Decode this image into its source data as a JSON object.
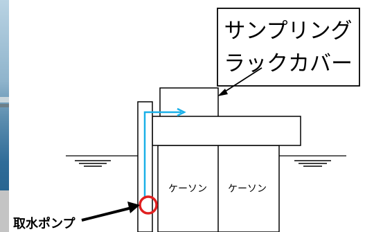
{
  "callout": {
    "line1": "サンプリング",
    "line2": "ラックカバー"
  },
  "caissons": {
    "left": "ケーソン",
    "right": "ケーソン"
  },
  "pump_label": "取水ポンプ",
  "colors": {
    "flow_arrow": "#1ab0e8",
    "pump_marker": "#e02020",
    "outline": "#000000",
    "photo_sky": "#9fc3d8",
    "photo_sea": "#2d6f9c"
  }
}
